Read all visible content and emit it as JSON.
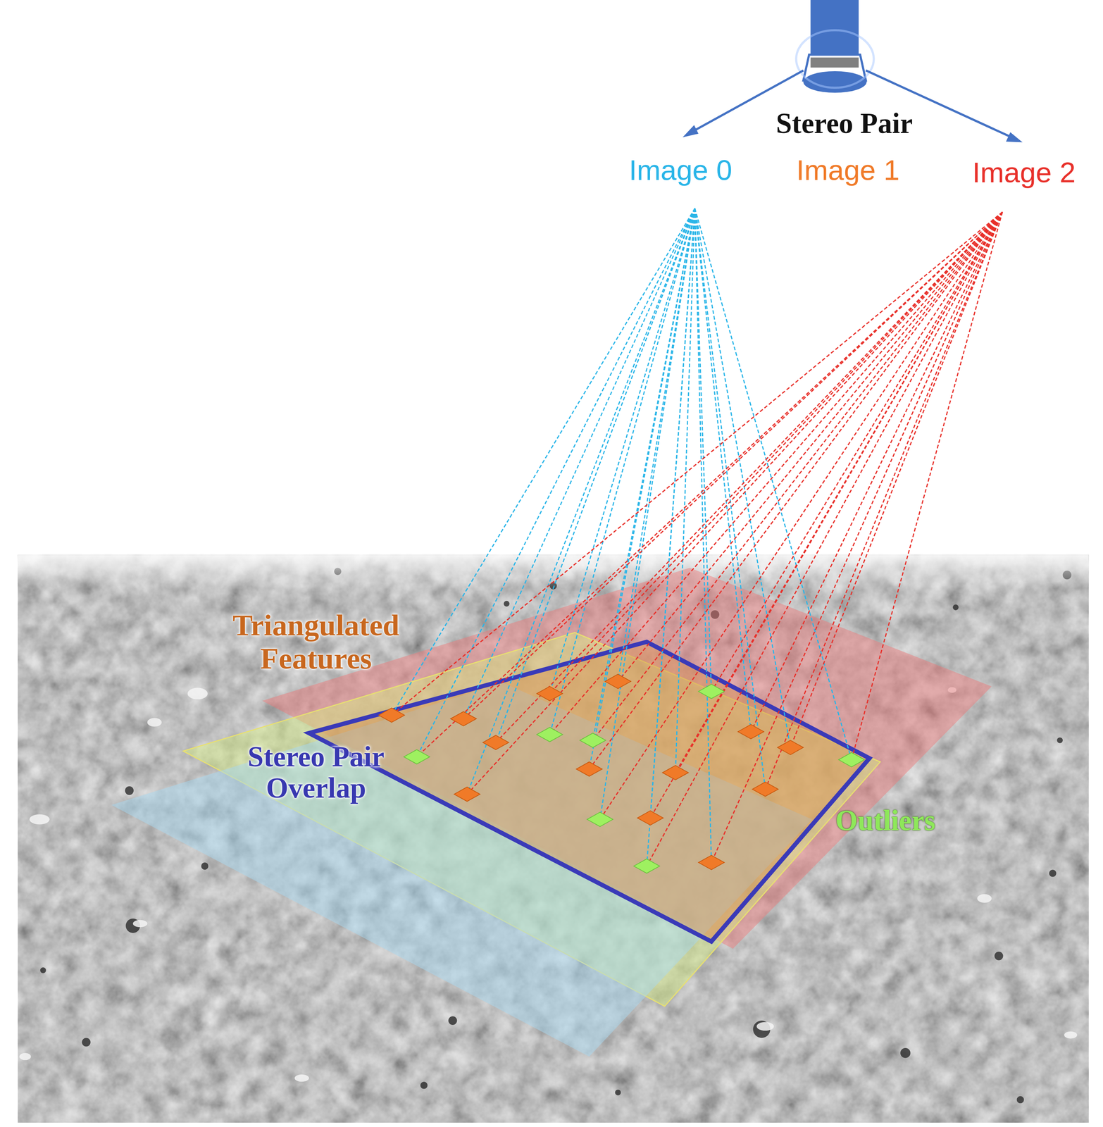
{
  "diagram": {
    "labels": [
      "Stereo Pair",
      "Image 0",
      "Image 1",
      "Image 2",
      "Triangulated Features",
      "Stereo Pair Overlap",
      "Outliers"
    ]
  }
}
